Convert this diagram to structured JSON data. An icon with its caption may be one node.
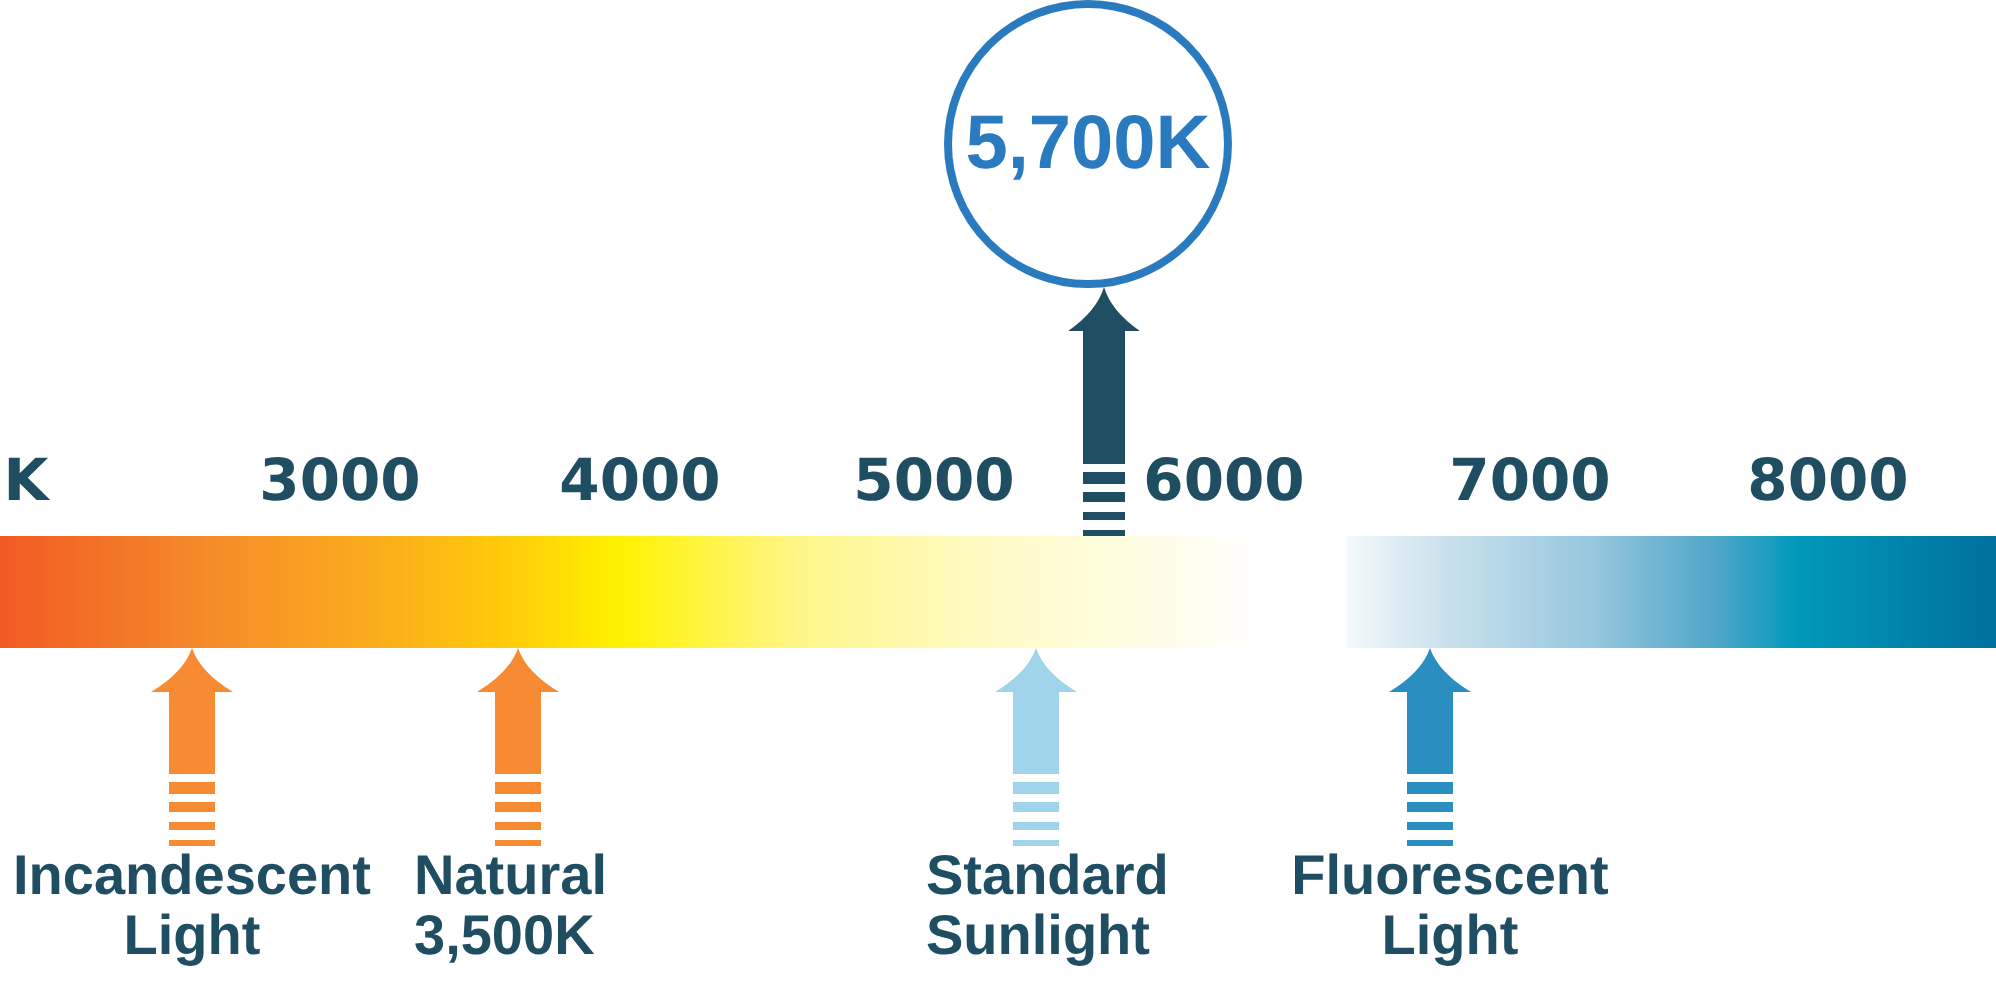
{
  "diagram": {
    "nodes": [
      {
        "text": [
          "5,700K"
        ]
      },
      {
        "text": [],
        "shape": "bar",
        "beside": [
          "K",
          "3000",
          "4000",
          "5000",
          "6000",
          "7000",
          "8000"
        ]
      },
      {
        "text": [
          "Incandescent Light"
        ]
      },
      {
        "text": [
          "Natural 3,500K"
        ]
      },
      {
        "text": [
          "Standard Sunlight"
        ]
      },
      {
        "text": [
          "Fluorescent Light"
        ]
      }
    ],
    "edges": [
      {
        "from": 1,
        "to": 0,
        "arrow": "to",
        "color": "#1f4e63"
      },
      {
        "from": 2,
        "to": 1,
        "arrow": "to"
      },
      {
        "from": 3,
        "to": 1,
        "arrow": "to"
      },
      {
        "from": 4,
        "to": 1,
        "arrow": "to",
        "color": "#9fd4ea"
      },
      {
        "from": 5,
        "to": 1,
        "arrow": "to",
        "color": "#2a8fc0"
      }
    ]
  }
}
